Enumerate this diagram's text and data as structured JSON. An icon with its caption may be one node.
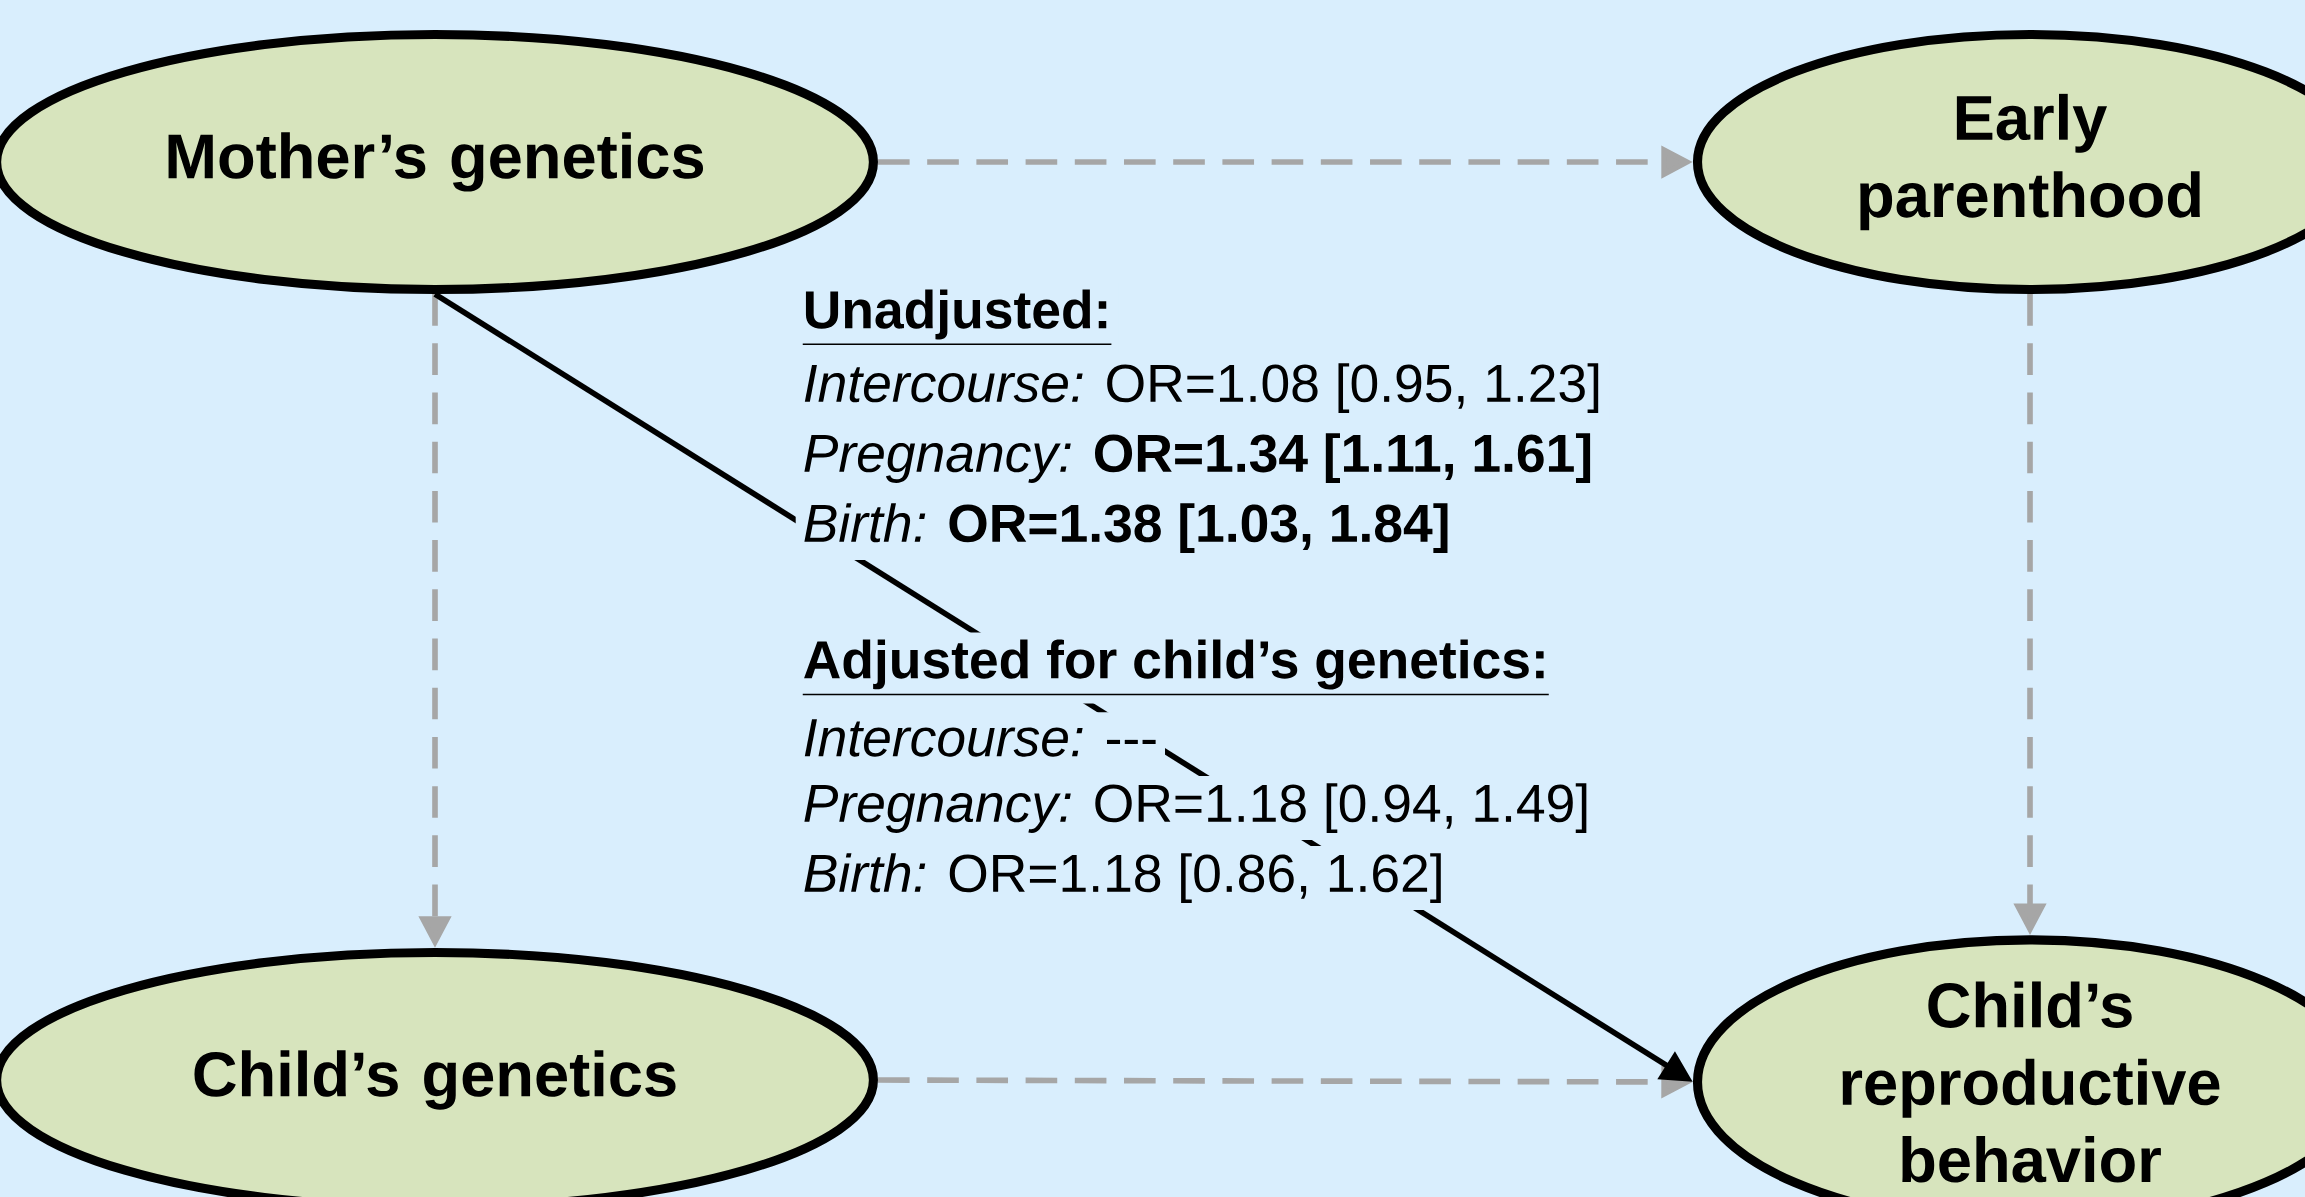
{
  "diagram": {
    "nodes": [
      {
        "text": [
          "Mother’s genetics"
        ]
      },
      {
        "text": [
          "Early parenthood"
        ]
      },
      {
        "text": [
          "Child’s genetics"
        ]
      },
      {
        "text": [
          "Child’s reproductive behavior"
        ]
      }
    ],
    "edges": [
      {
        "from": 0,
        "to": 1,
        "arrow": "to",
        "style": "dashed"
      },
      {
        "from": 0,
        "to": 2,
        "arrow": "to",
        "style": "dashed"
      },
      {
        "from": 1,
        "to": 3,
        "arrow": "to",
        "style": "dashed"
      },
      {
        "from": 2,
        "to": 3,
        "arrow": "to",
        "style": "dashed"
      },
      {
        "from": 0,
        "to": 3,
        "arrow": "to",
        "color": "#000000"
      }
    ],
    "labels": [
      "Unadjusted:",
      "*Intercourse:* OR=1.08 [0.95, 1.23]",
      "*Pregnancy:* **OR=1.34 [1.11, 1.61]**",
      "*Birth:* **OR=1.38 [1.03, 1.84]**",
      "Adjusted for child’s genetics:",
      "*Intercourse:* ---",
      "*Pregnancy:* OR=1.18 [0.94, 1.49]",
      "*Birth:* OR=1.18 [0.86, 1.62]"
    ]
  }
}
